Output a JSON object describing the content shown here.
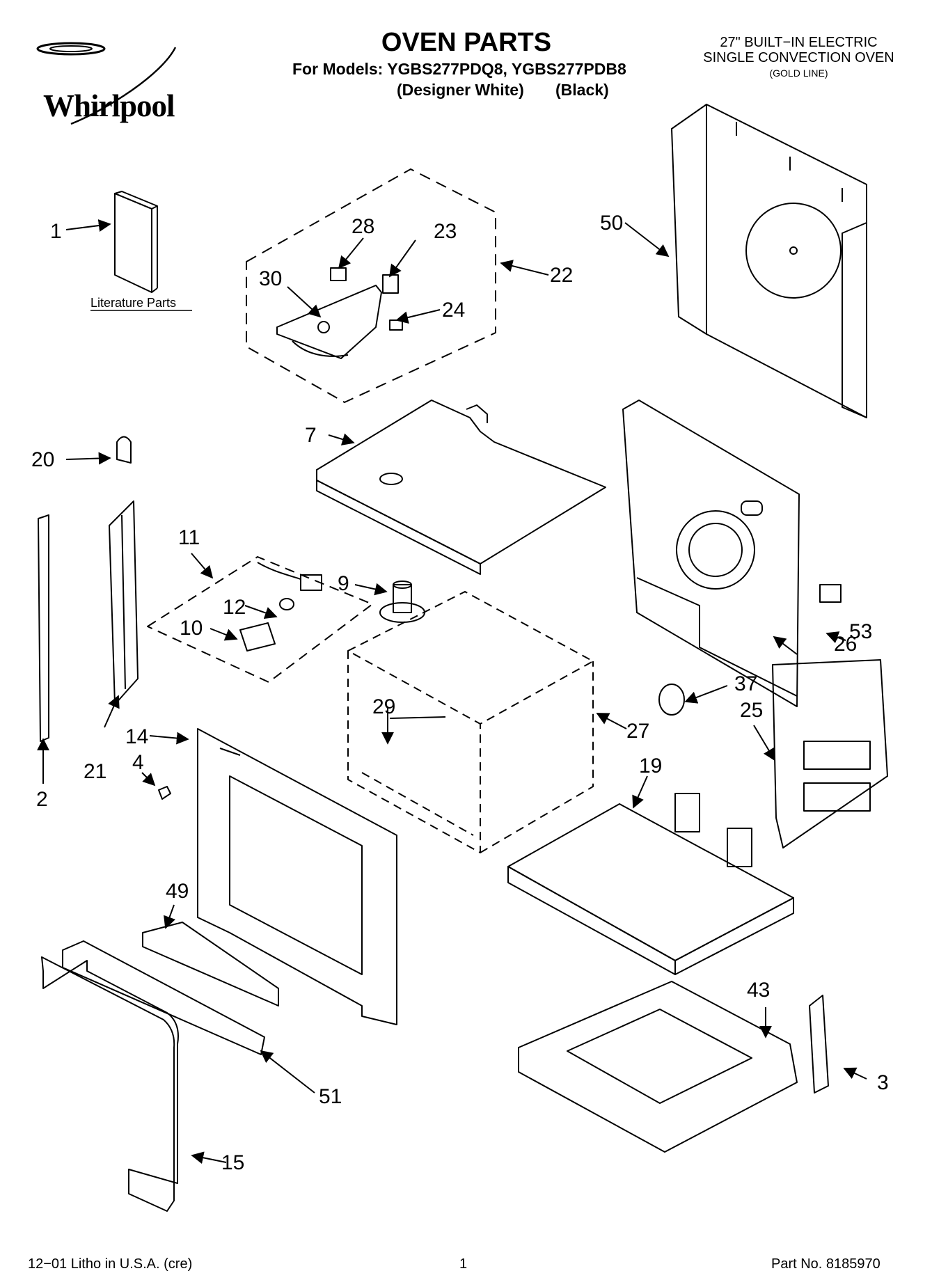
{
  "header": {
    "brand": "Whirlpool",
    "title": "OVEN PARTS",
    "models_line": "For Models: YGBS277PDQ8, YGBS277PDB8",
    "variant_1": "(Designer White)",
    "variant_2": "(Black)",
    "product_line_1": "27\" BUILT−IN ELECTRIC",
    "product_line_2": "SINGLE CONVECTION OVEN",
    "product_line_3": "(GOLD LINE)"
  },
  "callouts": {
    "c1": "1",
    "c2": "2",
    "c3": "3",
    "c4": "4",
    "c7": "7",
    "c9": "9",
    "c10": "10",
    "c11": "11",
    "c12": "12",
    "c14": "14",
    "c15": "15",
    "c19": "19",
    "c20": "20",
    "c21": "21",
    "c22": "22",
    "c23": "23",
    "c24": "24",
    "c25": "25",
    "c26": "26",
    "c27": "27",
    "c28": "28",
    "c29": "29",
    "c30": "30",
    "c37": "37",
    "c43": "43",
    "c49": "49",
    "c50": "50",
    "c51": "51",
    "c53": "53"
  },
  "literature_label": "Literature Parts",
  "footer": {
    "litho": "12−01 Litho in U.S.A. (cre)",
    "page": "1",
    "part_no": "Part No. 8185970"
  }
}
